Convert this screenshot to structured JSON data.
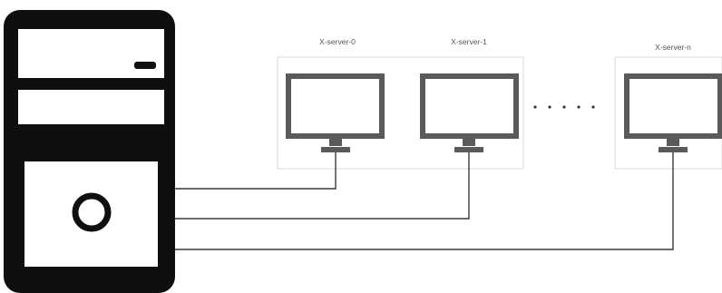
{
  "diagram": {
    "computer": {
      "icon": "desktop-tower-icon"
    },
    "displays": [
      {
        "label": "X-server-0",
        "icon": "monitor-icon"
      },
      {
        "label": "X-server-1",
        "icon": "monitor-icon"
      },
      {
        "label": "X-server-n",
        "icon": "monitor-icon"
      }
    ],
    "ellipsis_dots": 5,
    "colors": {
      "tower": "#0f0f0f",
      "tower_panel": "#ffffff",
      "monitor_frame": "#5a5a5a",
      "monitor_screen": "#ffffff",
      "group_border": "#d9d9d9",
      "cable": "#3a3a3a",
      "label": "#555555"
    }
  }
}
